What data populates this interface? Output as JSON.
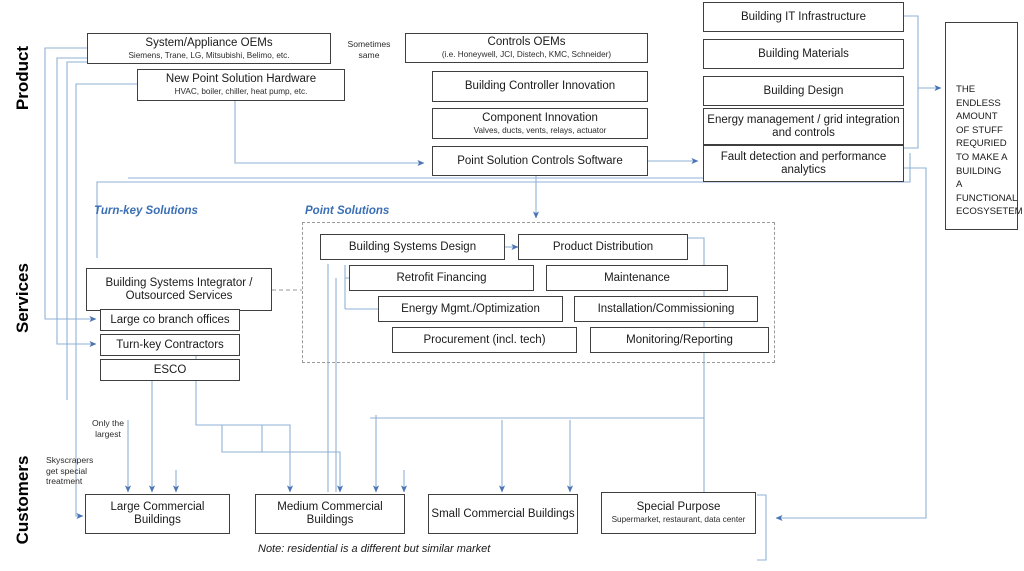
{
  "meta": {
    "title": "Building Technology Value Chain Map",
    "accent_blue": "#3b6fb5",
    "wire_blue": "#7fa5d0",
    "box_border": "#3f3f3f"
  },
  "swimlanes": [
    {
      "id": "product",
      "label": "Product"
    },
    {
      "id": "services",
      "label": "Services"
    },
    {
      "id": "customers",
      "label": "Customers"
    }
  ],
  "group_labels": [
    {
      "id": "turnkey",
      "label": "Turn-key Solutions"
    },
    {
      "id": "pointsol",
      "label": "Point Solutions"
    }
  ],
  "product": {
    "left_column": [
      {
        "id": "system-appliance-oems",
        "title": "System/Appliance OEMs",
        "subtitle": "Siemens, Trane, LG, Mitsubishi, Belimo, etc."
      },
      {
        "id": "new-point-solution-hardware",
        "title": "New Point Solution Hardware",
        "subtitle": "HVAC, boiler, chiller, heat pump, etc."
      }
    ],
    "middle_column": [
      {
        "id": "controls-oems",
        "title": "Controls OEMs",
        "subtitle": "(i.e. Honeywell, JCI, Distech, KMC, Schneider)"
      },
      {
        "id": "building-controller-innovation",
        "title": "Building Controller Innovation",
        "subtitle": ""
      },
      {
        "id": "component-innovation",
        "title": "Component Innovation",
        "subtitle": "Valves, ducts, vents, relays, actuator"
      },
      {
        "id": "point-solution-controls-software",
        "title": "Point Solution Controls Software",
        "subtitle": ""
      }
    ],
    "right_column": [
      {
        "id": "building-it-infrastructure",
        "title": "Building IT Infrastructure",
        "subtitle": ""
      },
      {
        "id": "building-materials",
        "title": "Building Materials",
        "subtitle": ""
      },
      {
        "id": "building-design",
        "title": "Building Design",
        "subtitle": ""
      },
      {
        "id": "energy-management-grid",
        "title": "Energy management / grid integration and controls",
        "subtitle": ""
      },
      {
        "id": "fault-detection-analytics",
        "title": "Fault detection and performance analytics",
        "subtitle": ""
      }
    ],
    "sometimes_same_note": "Sometimes\nsame",
    "endless_panel": "THE ENDLESS AMOUNT OF STUFF REQURIED TO MAKE A BUILDING A FUNCTIONAL ECOSYSETEM"
  },
  "services": {
    "turnkey_boxes": [
      {
        "id": "building-systems-integrator",
        "title": "Building Systems Integrator / Outsourced Services",
        "subtitle": ""
      },
      {
        "id": "large-co-branch-offices",
        "title": "Large co branch offices",
        "subtitle": ""
      },
      {
        "id": "turn-key-contractors",
        "title": "Turn-key Contractors",
        "subtitle": ""
      },
      {
        "id": "esco",
        "title": "ESCO",
        "subtitle": ""
      }
    ],
    "point_solution_boxes": [
      {
        "id": "building-systems-design",
        "title": "Building Systems Design",
        "subtitle": ""
      },
      {
        "id": "product-distribution",
        "title": "Product Distribution",
        "subtitle": ""
      },
      {
        "id": "retrofit-financing",
        "title": "Retrofit Financing",
        "subtitle": ""
      },
      {
        "id": "maintenance",
        "title": "Maintenance",
        "subtitle": ""
      },
      {
        "id": "energy-mgmt-optimization",
        "title": "Energy Mgmt./Optimization",
        "subtitle": ""
      },
      {
        "id": "installation-commissioning",
        "title": "Installation/Commissioning",
        "subtitle": ""
      },
      {
        "id": "procurement",
        "title": "Procurement (incl. tech)",
        "subtitle": ""
      },
      {
        "id": "monitoring-reporting",
        "title": "Monitoring/Reporting",
        "subtitle": ""
      }
    ]
  },
  "customers": {
    "boxes": [
      {
        "id": "large-commercial-buildings",
        "title": "Large Commercial Buildings",
        "subtitle": ""
      },
      {
        "id": "medium-commercial-buildings",
        "title": "Medium Commercial Buildings",
        "subtitle": ""
      },
      {
        "id": "small-commercial-buildings",
        "title": "Small Commercial Buildings",
        "subtitle": ""
      },
      {
        "id": "special-purpose",
        "title": "Special Purpose",
        "subtitle": "Supermarket, restaurant, data center"
      }
    ],
    "annotations": [
      {
        "id": "only-the-largest",
        "text": "Only the\nlargest"
      },
      {
        "id": "skyscrapers-special",
        "text": "Skyscrapers\nget special\ntreatment"
      }
    ],
    "footnote": "Note: residential is a different but similar market"
  }
}
